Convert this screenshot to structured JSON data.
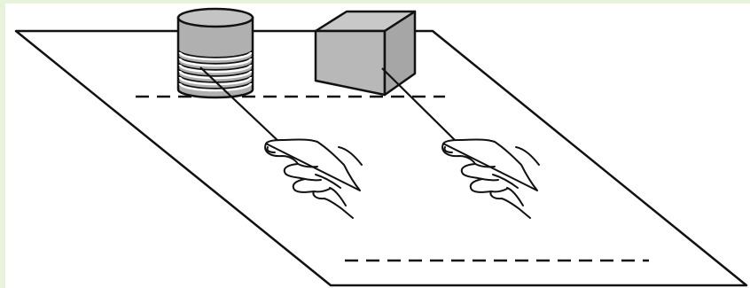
{
  "figure": {
    "background_color": "#e8f2dd",
    "panel_color": "#ffffff",
    "stroke_color": "#111111",
    "object_fill": "#b4b4b4",
    "object_side_fill": "#cccccc",
    "elements": [
      {
        "name": "table-plane",
        "kind": "parallelogram"
      },
      {
        "name": "ribbed-can",
        "kind": "cylinder"
      },
      {
        "name": "box",
        "kind": "cube"
      },
      {
        "name": "left-hand-pulling-string",
        "kind": "hand"
      },
      {
        "name": "right-hand-pulling-string",
        "kind": "hand"
      },
      {
        "name": "start-dashed-line",
        "kind": "dashed-line"
      },
      {
        "name": "finish-dashed-line",
        "kind": "dashed-line"
      }
    ]
  }
}
